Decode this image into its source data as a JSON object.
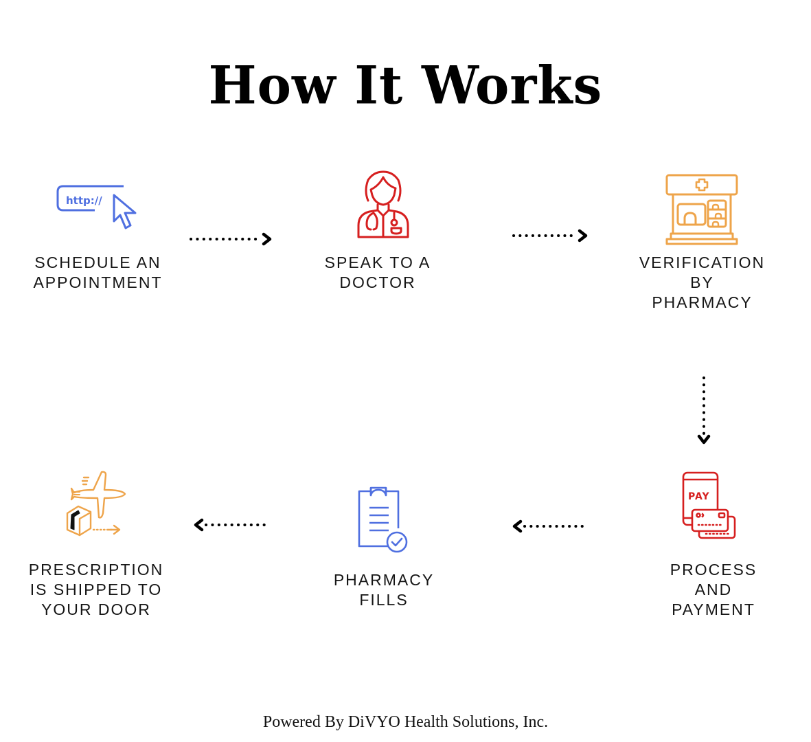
{
  "title": "How It Works",
  "colors": {
    "blue": "#4f6fe0",
    "red": "#d61f1f",
    "orange": "#eea44a",
    "text": "#151515",
    "arrow": "#000000"
  },
  "steps": [
    {
      "id": 1,
      "label": "SCHEDULE AN\nAPPOINTMENT",
      "icon": "http-cursor-icon",
      "icon_text": "http://",
      "color": "blue"
    },
    {
      "id": 2,
      "label": "SPEAK TO A\nDOCTOR",
      "icon": "doctor-icon",
      "color": "red"
    },
    {
      "id": 3,
      "label": "VERIFICATION\nBY\nPHARMACY",
      "icon": "pharmacy-store-icon",
      "color": "orange"
    },
    {
      "id": 4,
      "label": "PROCESS\nAND\nPAYMENT",
      "icon": "mobile-pay-cards-icon",
      "icon_text": "PAY",
      "color": "red"
    },
    {
      "id": 5,
      "label": "PHARMACY\nFILLS",
      "icon": "clipboard-check-icon",
      "color": "blue"
    },
    {
      "id": 6,
      "label": "PRESCRIPTION\nIS SHIPPED TO\nYOUR DOOR",
      "icon": "plane-package-icon",
      "color": "orange"
    }
  ],
  "flow": [
    {
      "from": 1,
      "to": 2,
      "direction": "right"
    },
    {
      "from": 2,
      "to": 3,
      "direction": "right"
    },
    {
      "from": 3,
      "to": 4,
      "direction": "down"
    },
    {
      "from": 4,
      "to": 5,
      "direction": "left"
    },
    {
      "from": 5,
      "to": 6,
      "direction": "left"
    }
  ],
  "footer": "Powered By DiVYO Health Solutions, Inc."
}
